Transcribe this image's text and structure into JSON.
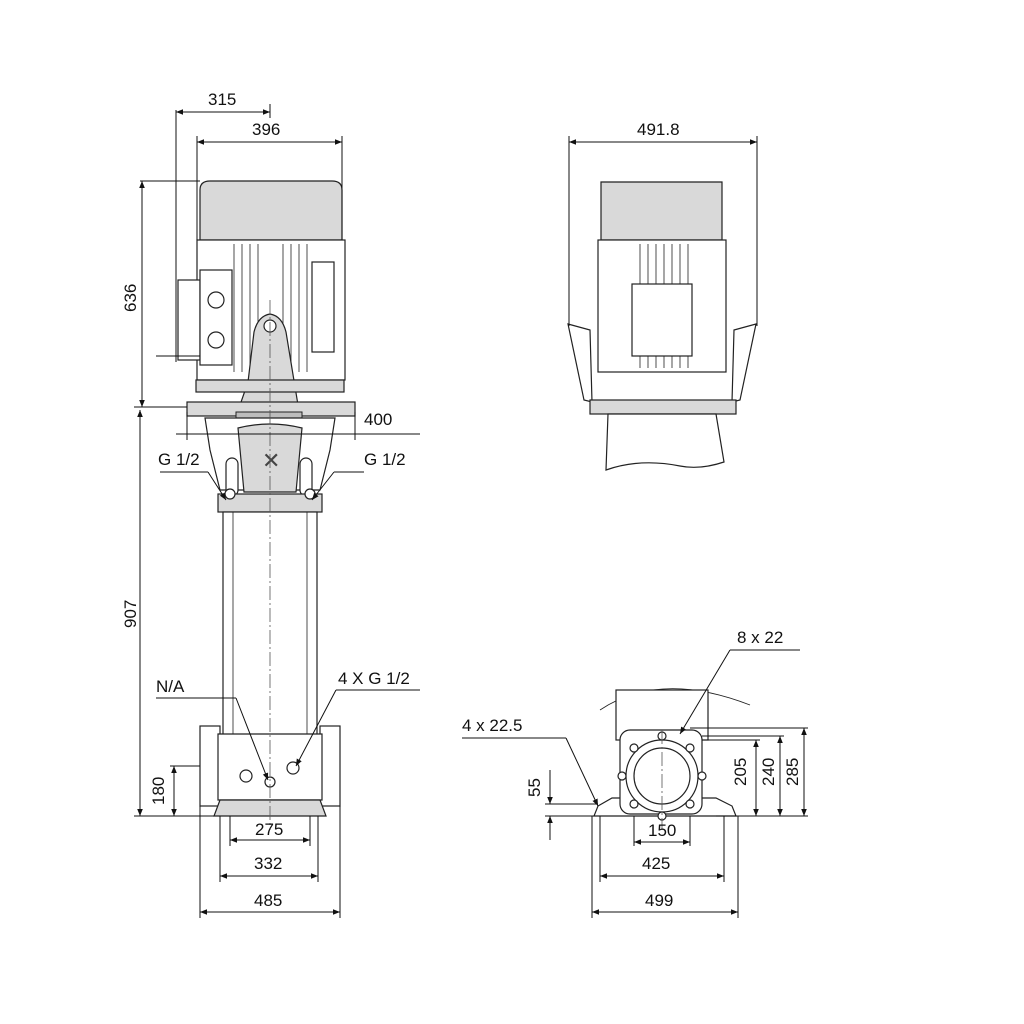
{
  "dimensions": {
    "front_width_315": "315",
    "front_width_396": "396",
    "side_width_491_8": "491.8",
    "motor_height_636": "636",
    "flange_400": "400",
    "g_half_left": "G 1/2",
    "g_half_right": "G 1/2",
    "pump_height_907": "907",
    "na_label": "N/A",
    "four_g_half": "4 X G 1/2",
    "inlet_height_180": "180",
    "base_275": "275",
    "base_332": "332",
    "base_485": "485",
    "holes_8x22": "8 x 22",
    "holes_4x22_5": "4 x 22.5",
    "base_55": "55",
    "flange_205": "205",
    "flange_240": "240",
    "flange_285": "285",
    "bore_150": "150",
    "foot_425": "425",
    "foot_499": "499"
  }
}
